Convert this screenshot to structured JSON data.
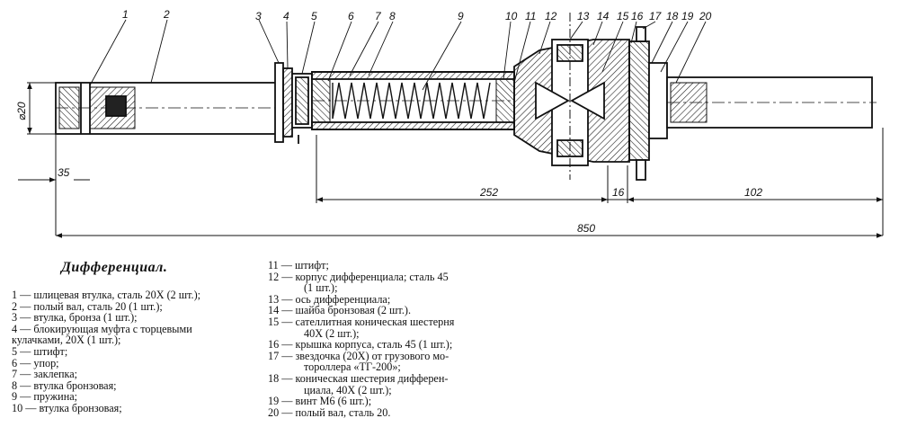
{
  "callouts": [
    "1",
    "2",
    "3",
    "4",
    "5",
    "6",
    "7",
    "8",
    "9",
    "10",
    "11",
    "12",
    "13",
    "14",
    "15",
    "16",
    "17",
    "18",
    "19",
    "20"
  ],
  "dimensions": {
    "diameter": "⌀20",
    "d35": "35",
    "d252": "252",
    "d16": "16",
    "d102": "102",
    "d850": "850"
  },
  "caption": "Дифференциал.",
  "parts_left": [
    "1 — шлицевая втулка, сталь 20Х (2 шт.);",
    "2 — полый вал, сталь 20 (1 шт.);",
    "3 — втулка, бронза (1 шт.);",
    "4 — блокирующая муфта с торцевыми",
    "кулачками, 20Х (1 шт.);",
    "5 — штифт;",
    "6 — упор;",
    "7 — заклепка;",
    "8 — втулка бронзовая;",
    "9 — пружина;",
    "10 — втулка бронзовая;"
  ],
  "parts_right": [
    "11 — штифт;",
    "12 — корпус дифференциала; сталь 45",
    "(1 шт.);",
    "13 — ось дифференциала;",
    "14 — шайба бронзовая (2 шт.).",
    "15 — сателлитная коническая шестерня",
    "40Х (2 шт.);",
    "16 — крышка корпуса, сталь 45 (1 шт.);",
    "17 — звездочка (20Х) от грузового мо-",
    "тороллера «ТГ-200»;",
    "18 — коническая шестерия дифферен-",
    "циала, 40Х (2 шт.);",
    "19 — винт М6 (6 шт.);",
    "20 — полый вал, сталь 20."
  ]
}
